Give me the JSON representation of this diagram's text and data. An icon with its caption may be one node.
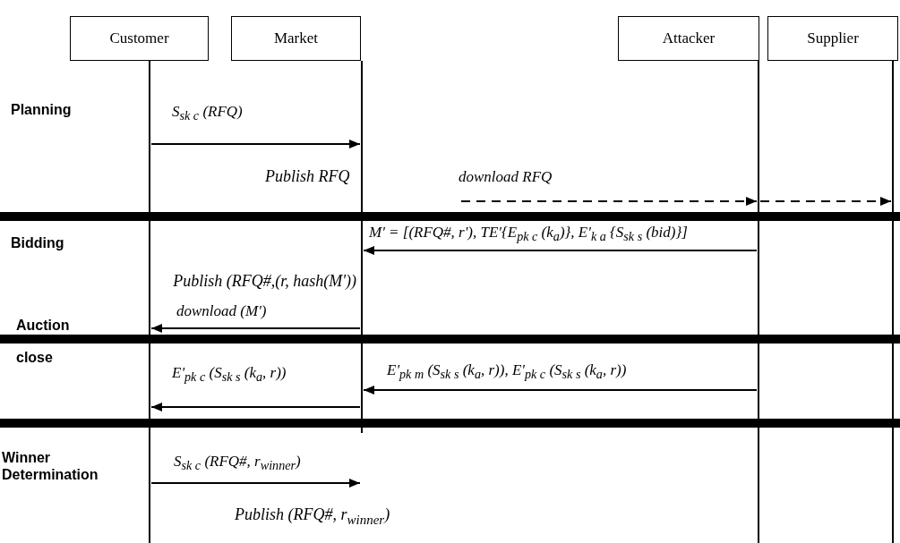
{
  "diagram": {
    "nodes": [
      {
        "text": [
          "Customer"
        ]
      },
      {
        "text": [
          "Market"
        ]
      },
      {
        "text": [
          "Attacker"
        ]
      },
      {
        "text": [
          "Supplier"
        ]
      },
      {
        "text": [],
        "shape": "bar"
      },
      {
        "text": [],
        "shape": "bar"
      },
      {
        "text": [],
        "shape": "bar"
      },
      {
        "text": [],
        "shape": "bar"
      }
    ],
    "edges": [
      {
        "from": 4,
        "to": 5,
        "arrow": "to",
        "label": "S$_{sk c}$ (RFQ)"
      },
      {
        "from": null,
        "to": 6,
        "arrow": "to",
        "style": "dashed",
        "label": "download RFQ"
      },
      {
        "from": 6,
        "to": 7,
        "arrow": "to",
        "style": "dashed"
      },
      {
        "from": 6,
        "to": 5,
        "arrow": "to",
        "label": "M' = [(RFQ#, r'), TE'{E$_{pk c}$ (k$_{a}$)}, E'$_{k a}$ {S$_{sk s}$ (bid)}]"
      },
      {
        "from": 5,
        "to": 4,
        "arrow": "to",
        "label": "download (M')"
      },
      {
        "from": 6,
        "to": 5,
        "arrow": "to",
        "label": "E'$_{pk m}$ (S$_{sk s}$ (k$_{a}$, r)), E'$_{pk c}$ (S$_{sk s}$ (k$_{a}$, r))"
      },
      {
        "from": 5,
        "to": 4,
        "arrow": "to",
        "label": "E'$_{pk c}$ (S$_{sk s}$ (k$_{a}$, r))"
      },
      {
        "from": 4,
        "to": 5,
        "arrow": "to",
        "label": "S$_{sk c}$ (RFQ#, r$_{winner}$)"
      }
    ],
    "labels": [
      "Planning",
      "Publish RFQ",
      "Bidding",
      "Publish (RFQ#,(r, hash(M'))",
      "Auction close",
      "Winner Determination",
      "Publish (RFQ#, r$_{winner}$)"
    ]
  }
}
